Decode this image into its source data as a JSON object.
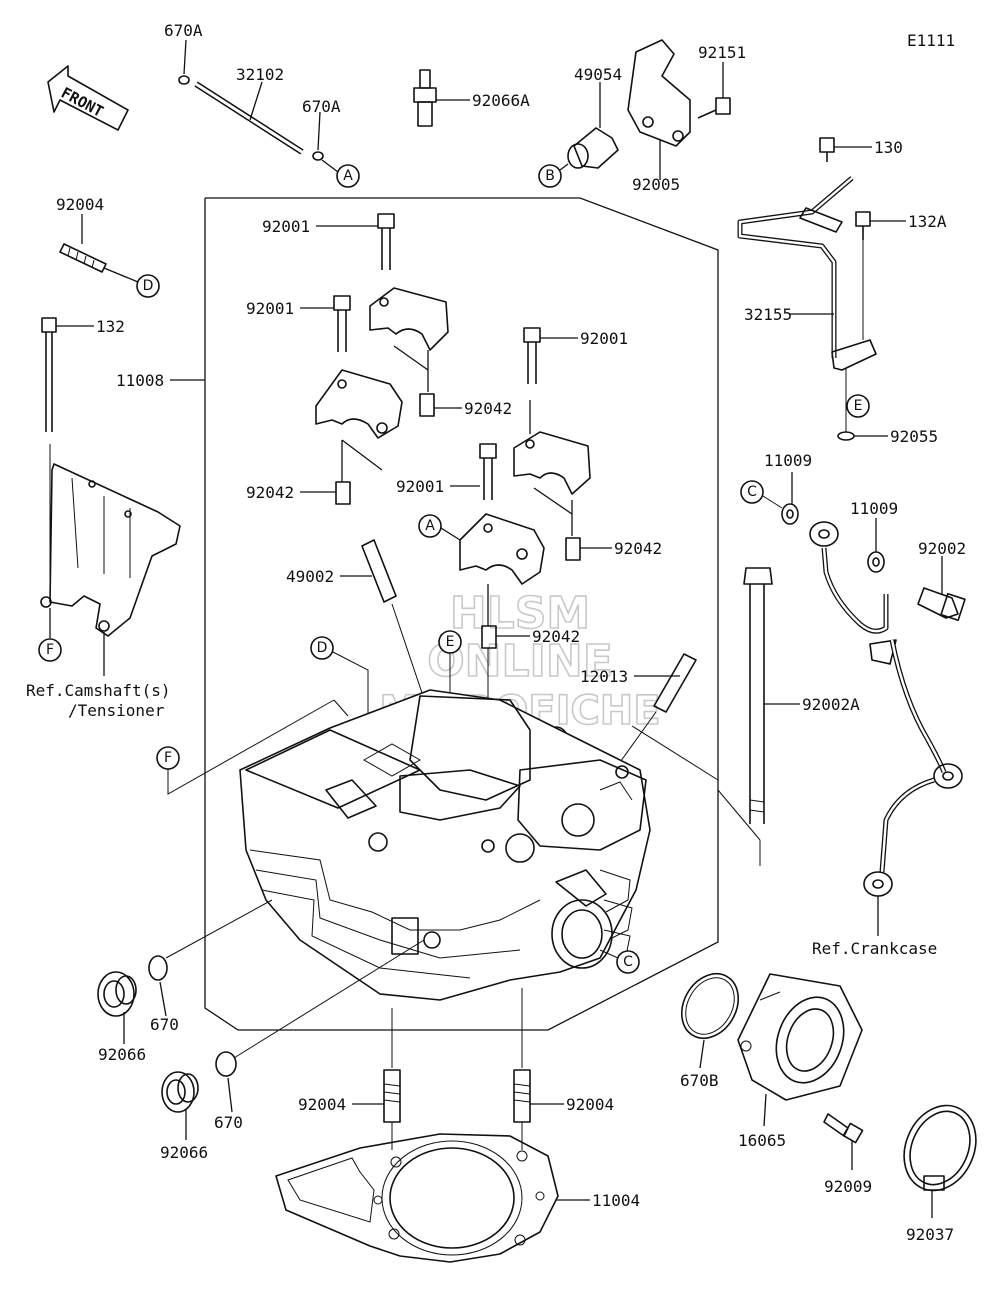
{
  "diagram_code": "E1111",
  "front_label": "FRONT",
  "watermark": [
    "HLSM",
    "ONLINE",
    "MICROFICHE"
  ],
  "refs": {
    "camshaft_line1": "Ref.Camshaft(s)",
    "camshaft_line2": "/Tensioner",
    "crankcase": "Ref.Crankcase"
  },
  "callouts": {
    "a_top": "A",
    "a_mid": "A",
    "b_top": "B",
    "b_mid": "B",
    "c_right": "C",
    "c_bottom": "C",
    "d_left": "D",
    "d_mid": "D",
    "e_right": "E",
    "e_mid": "E",
    "f_left": "F",
    "f_mid": "F"
  },
  "parts": {
    "p670a_1": "670A",
    "p32102": "32102",
    "p670a_2": "670A",
    "p92066a": "92066A",
    "p49054": "49054",
    "p92151": "92151",
    "p92005": "92005",
    "p130": "130",
    "p132a": "132A",
    "p32155": "32155",
    "p92055": "92055",
    "p92004_top": "92004",
    "p132": "132",
    "p11008": "11008",
    "p92001_a": "92001",
    "p92001_b": "92001",
    "p92001_c": "92001",
    "p92001_d": "92001",
    "p92042_a": "92042",
    "p92042_b": "92042",
    "p92042_c": "92042",
    "p92042_d": "92042",
    "p49002": "49002",
    "p12013": "12013",
    "p11009_a": "11009",
    "p11009_b": "11009",
    "p92002": "92002",
    "p92002a": "92002A",
    "p670_a": "670",
    "p670_b": "670",
    "p92066_a": "92066",
    "p92066_b": "92066",
    "p92004_l": "92004",
    "p92004_r": "92004",
    "p11004": "11004",
    "p670b": "670B",
    "p16065": "16065",
    "p92009": "92009",
    "p92037": "92037"
  }
}
